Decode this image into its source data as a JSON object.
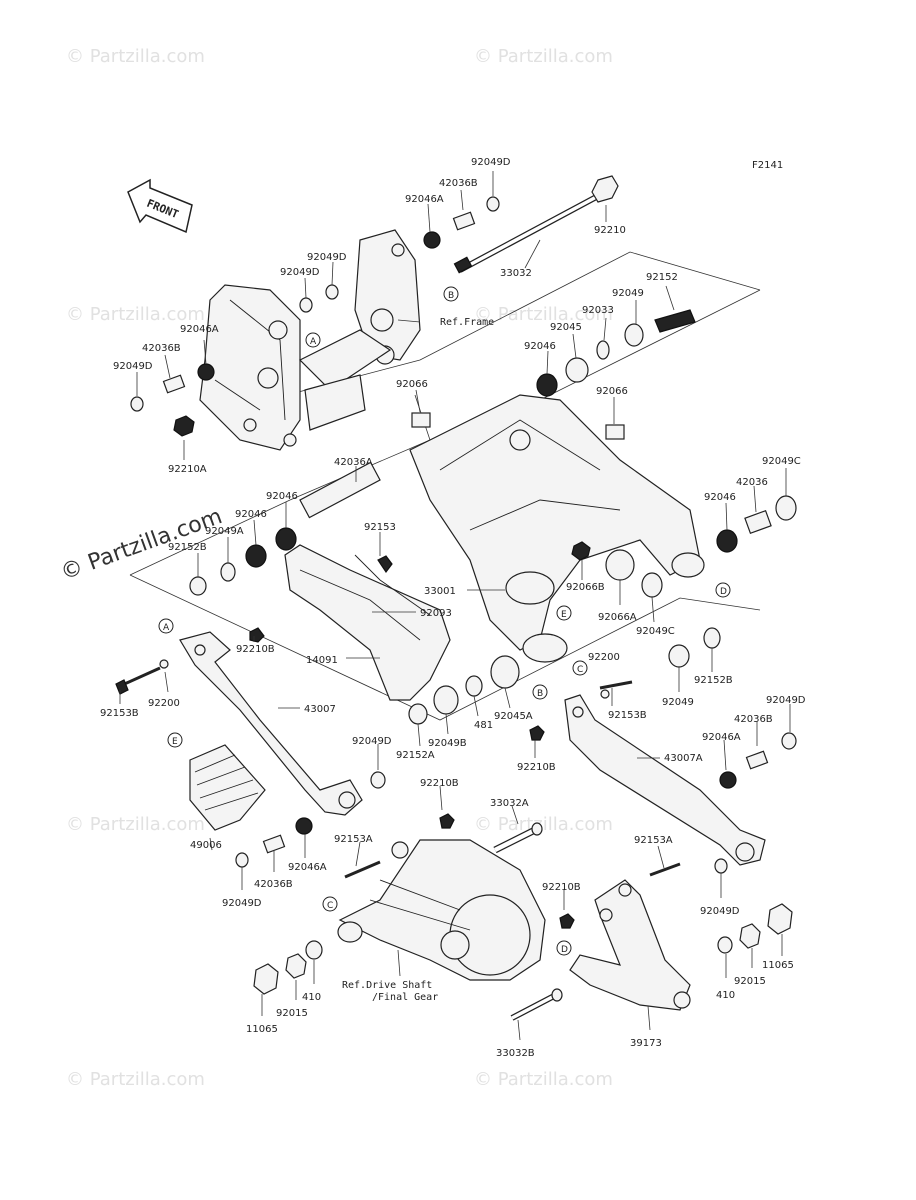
{
  "diagram_code": "F2141",
  "front_label": "FRONT",
  "watermark_text": "© Partzilla.com",
  "ref_frame": "Ref.Frame",
  "ref_drive_1": "Ref.Drive Shaft",
  "ref_drive_2": "/Final Gear",
  "circle_letters": [
    "A",
    "B",
    "C",
    "D",
    "E"
  ],
  "parts": [
    "92049D",
    "42036B",
    "92046A",
    "92210",
    "33032",
    "92049D",
    "92049D",
    "92046A",
    "42036B",
    "92049D",
    "92210A",
    "92152",
    "92049",
    "92033",
    "92045",
    "92046",
    "92066",
    "92066",
    "42036A",
    "92046",
    "92046",
    "92049A",
    "92152B",
    "92153",
    "92049C",
    "92046",
    "42036",
    "92066B",
    "33001",
    "92066A",
    "92049C",
    "92093",
    "14091",
    "92210B",
    "92200",
    "92152B",
    "92049",
    "92153B",
    "92045A",
    "481",
    "92049B",
    "92152A",
    "43007",
    "92200",
    "92153B",
    "92210B",
    "43007A",
    "92049D",
    "42036B",
    "92046A",
    "92049D",
    "49006",
    "92210B",
    "33032A",
    "92153A",
    "92153A",
    "92046A",
    "42036B",
    "92049D",
    "92210B",
    "92049D",
    "410",
    "92015",
    "11065",
    "11065",
    "92015",
    "410",
    "33032B",
    "39173"
  ]
}
